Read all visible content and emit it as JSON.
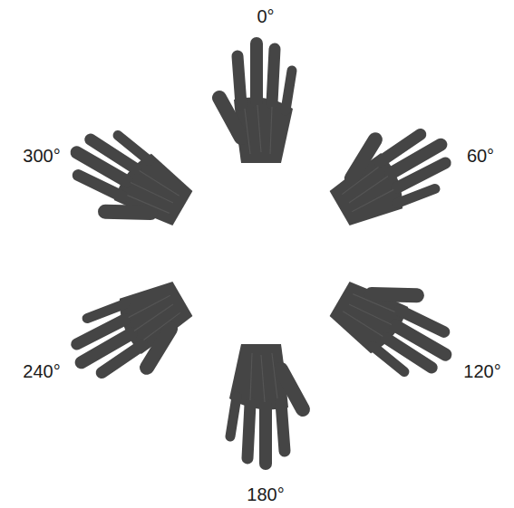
{
  "diagram": {
    "labels": [
      "0°",
      "60°",
      "120°",
      "180°",
      "240°",
      "300°"
    ]
  }
}
